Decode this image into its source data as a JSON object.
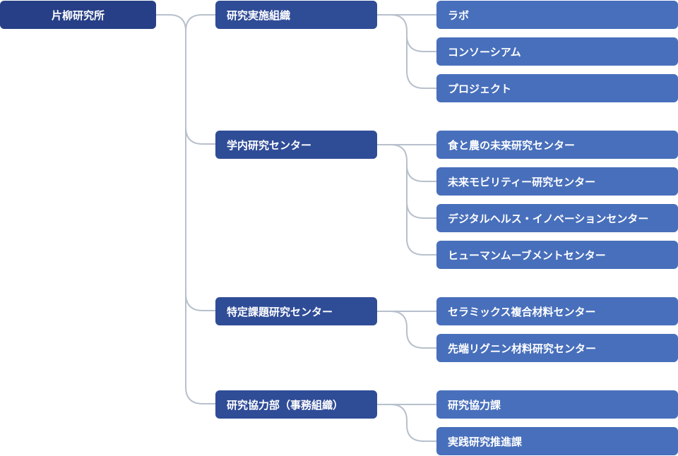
{
  "colors": {
    "root": "#263f86",
    "level1": "#2f4c97",
    "level2": "#486fbb",
    "connector": "#b7c0cc",
    "text": "#ffffff"
  },
  "root": {
    "label": "片柳研究所"
  },
  "groups": [
    {
      "label": "研究実施組織",
      "children": [
        "ラボ",
        "コンソーシアム",
        "プロジェクト"
      ]
    },
    {
      "label": "学内研究センター",
      "children": [
        "食と農の未来研究センター",
        "未来モビリティー研究センター",
        "デジタルヘルス・イノベーションセンター",
        "ヒューマンムーブメントセンター"
      ]
    },
    {
      "label": "特定課題研究センター",
      "children": [
        "セラミックス複合材料センター",
        "先端リグニン材料研究センター"
      ]
    },
    {
      "label": "研究協力部（事務組織）",
      "children": [
        "研究協力課",
        "実践研究推進課"
      ]
    }
  ]
}
